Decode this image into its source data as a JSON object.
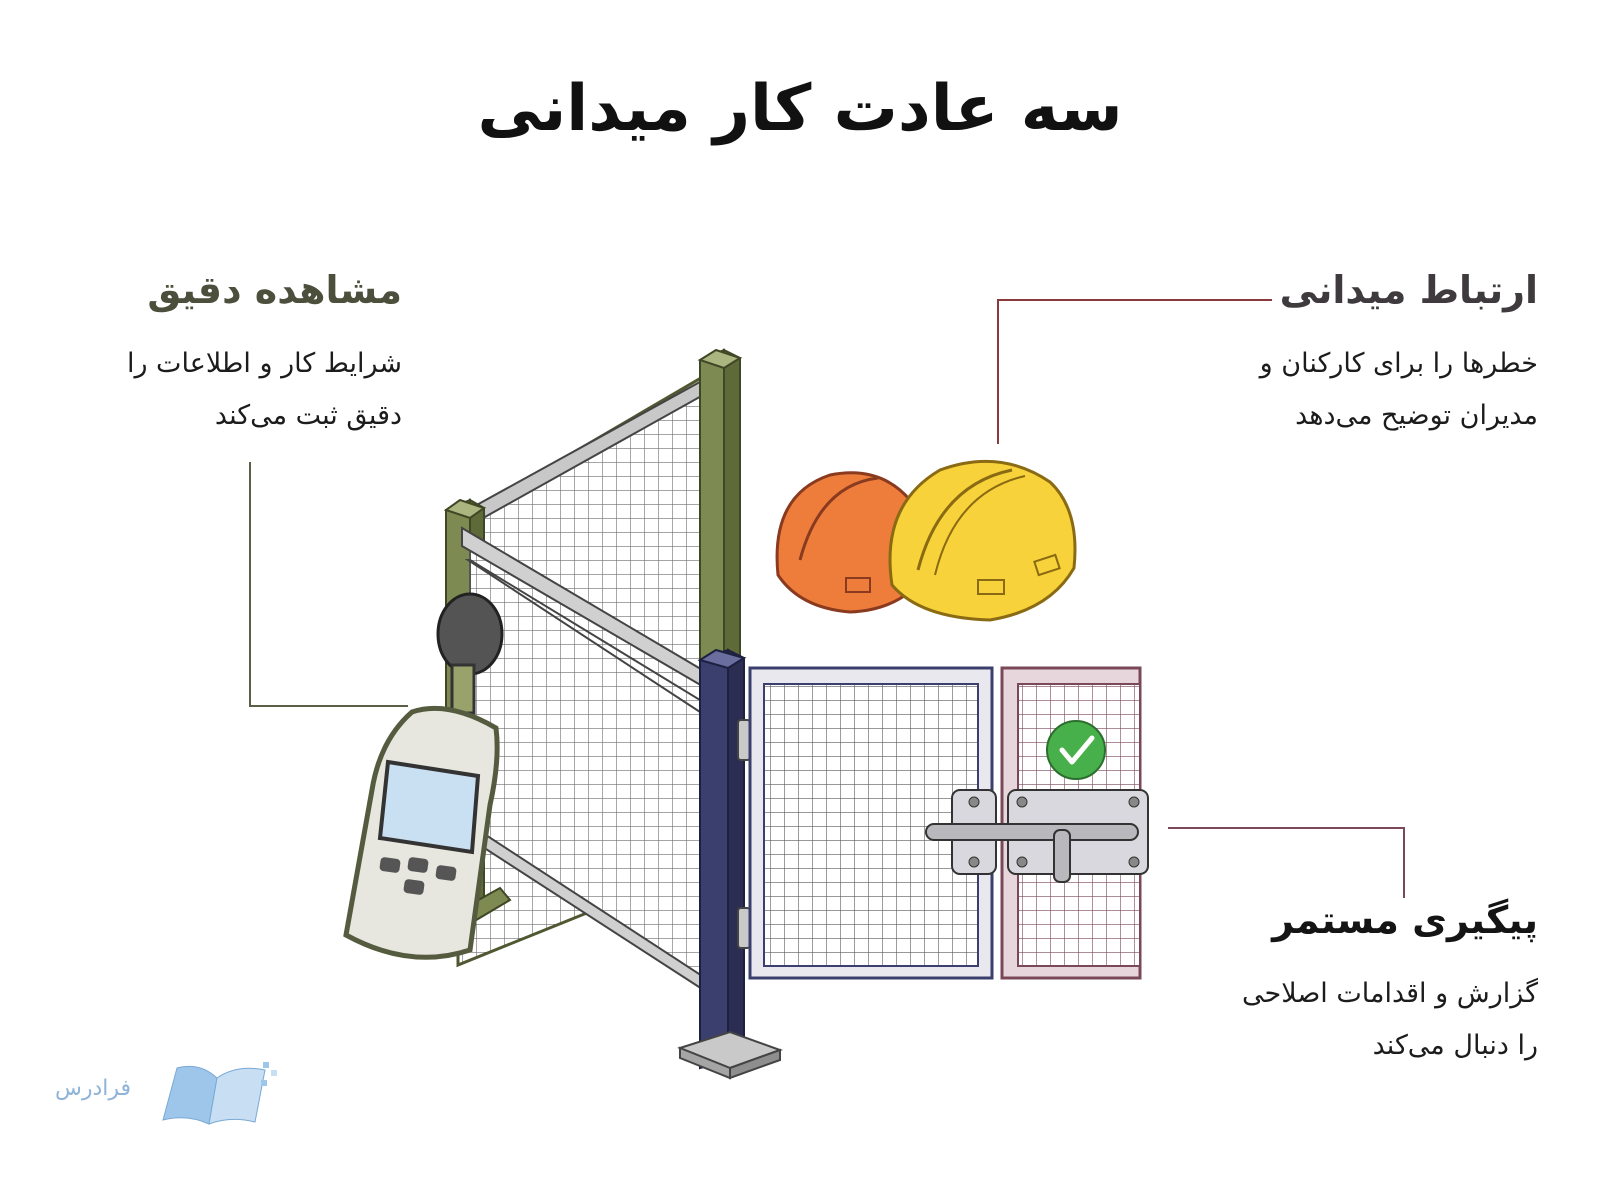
{
  "title": "سه عادت کار میدانی",
  "habits": {
    "observation": {
      "heading": "مشاهده دقیق",
      "line1": "شرایط کار و اطلاعات را",
      "line2": "دقیق ثبت می‌کند"
    },
    "communication": {
      "heading": "ارتباط میدانی",
      "line1": "خطرها را برای کارکنان و",
      "line2": "مدیران توضیح می‌دهد"
    },
    "followup": {
      "heading": "پیگیری مستمر",
      "line1": "گزارش و اقدامات اصلاحی",
      "line2": "را دنبال می‌کند"
    }
  },
  "logo": {
    "text": "فرادرس"
  },
  "colors": {
    "observation_accent": "#5a5f45",
    "communication_accent": "#8a3a3a",
    "followup_accent": "#7a4858",
    "helmet_orange": "#ee7d3c",
    "helmet_yellow": "#f7d23a",
    "check_green": "#47b04a",
    "gate_post_navy": "#3b3f6e",
    "post_olive": "#6e7a46"
  },
  "icons": [
    "noise-meter-icon",
    "hard-hat-icon",
    "check-circle-icon",
    "gate-latch-icon",
    "mesh-fence-icon",
    "book-logo-icon"
  ]
}
